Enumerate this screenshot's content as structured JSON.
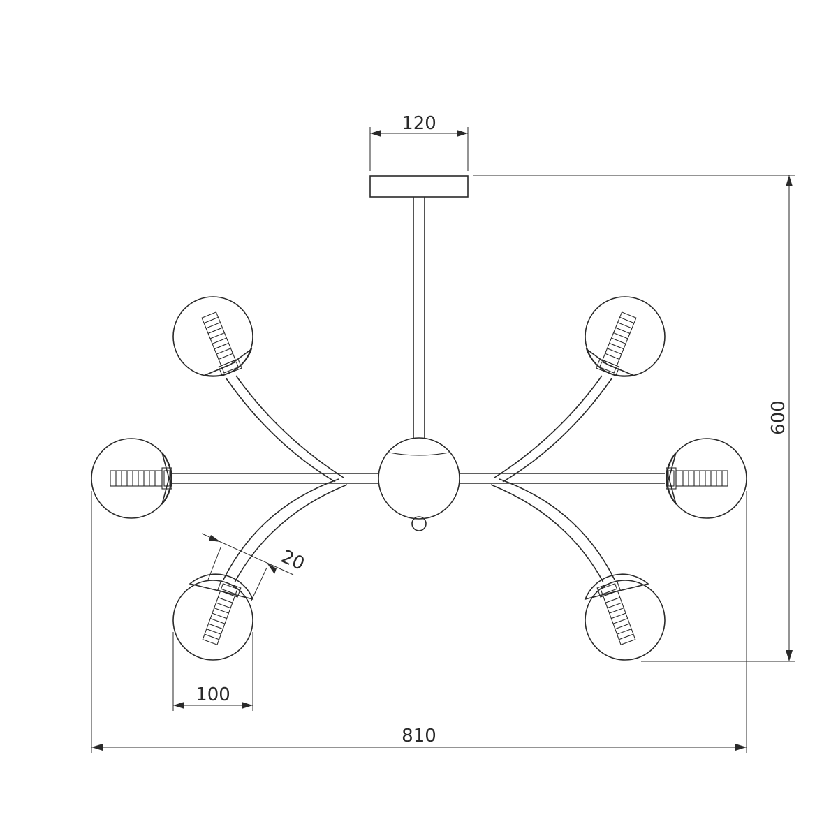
{
  "diagram": {
    "dimensions": {
      "canopy_width": "120",
      "total_height": "600",
      "arm_thickness": "20",
      "shade_diameter": "100",
      "total_width": "810"
    }
  },
  "colors": {
    "line": "#2a2a2a",
    "background": "#ffffff"
  }
}
